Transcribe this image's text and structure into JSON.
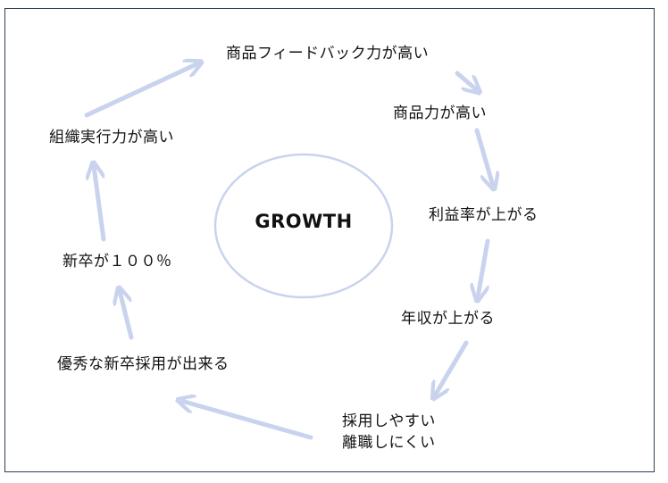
{
  "center": {
    "label": "GROWTH"
  },
  "nodes": [
    {
      "id": "product-feedback",
      "label": "商品フィードバック力が高い"
    },
    {
      "id": "product-power",
      "label": "商品力が高い"
    },
    {
      "id": "profit-rate",
      "label": "利益率が上がる"
    },
    {
      "id": "annual-income",
      "label": "年収が上がる"
    },
    {
      "id": "hiring-retention",
      "line1": "採用しやすい",
      "line2": "離職しにくい"
    },
    {
      "id": "new-grad-hiring",
      "label": "優秀な新卒採用が出来る"
    },
    {
      "id": "new-grad-ratio",
      "label": "新卒が１００％"
    },
    {
      "id": "execution",
      "label": "組織実行力が高い"
    }
  ],
  "colors": {
    "arrow": "#c9d3ee",
    "ellipse": "#c9d3ee",
    "frame": "#2d3f52",
    "text": "#111111"
  }
}
